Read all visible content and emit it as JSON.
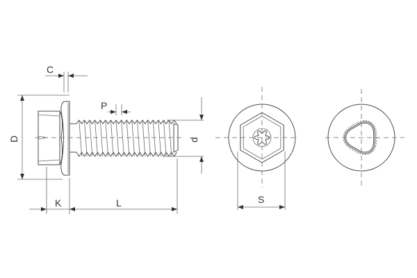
{
  "drawing": {
    "labels": {
      "flange_thickness": "C",
      "flange_diameter": "D",
      "head_height": "K",
      "length": "L",
      "pitch": "P",
      "thread_diameter": "d",
      "across_flats": "S"
    },
    "views": [
      "side-view",
      "head-top-view",
      "thread-end-view"
    ],
    "line_color": "#4a4a4a",
    "centerline_color": "#8a8a8a"
  }
}
